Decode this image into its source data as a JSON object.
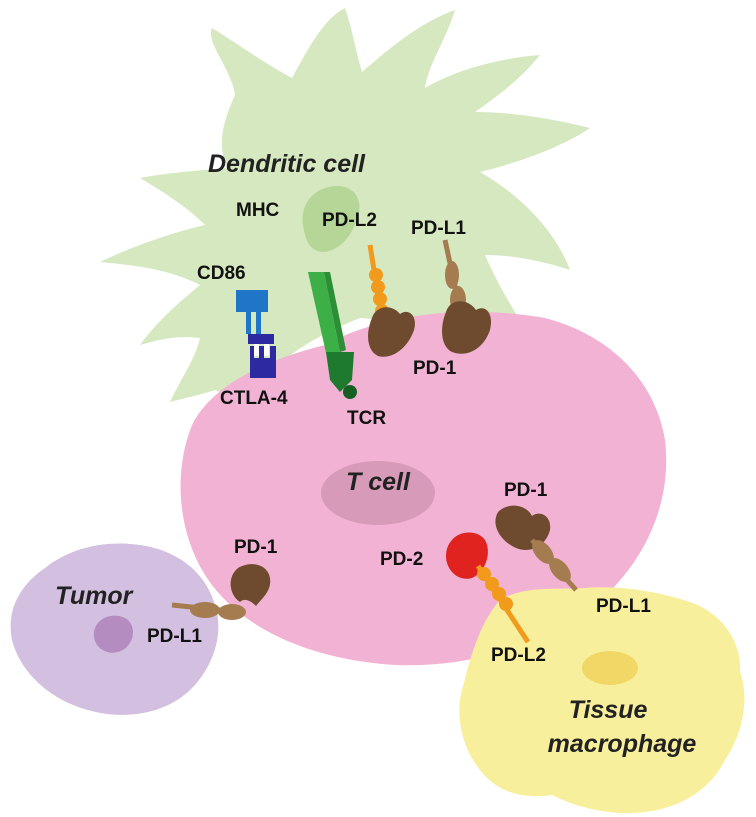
{
  "cells": {
    "dendritic": "Dendritic cell",
    "t_cell": "T cell",
    "tumor": "Tumor",
    "macrophage_line1": "Tissue",
    "macrophage_line2": "macrophage"
  },
  "labels": {
    "mhc": "MHC",
    "cd86": "CD86",
    "ctla4": "CTLA-4",
    "tcr": "TCR",
    "pdl2_dc": "PD-L2",
    "pdl1_dc": "PD-L1",
    "pd1_dc": "PD-1",
    "pd1_tumor": "PD-1",
    "pdl1_tumor": "PD-L1",
    "pd1_mac": "PD-1",
    "pd2_mac": "PD-2",
    "pdl1_mac": "PD-L1",
    "pdl2_mac": "PD-L2"
  },
  "colors": {
    "dendritic": "#d6e8bf",
    "mhc": "#b6d698",
    "t_cell": "#f2b2d3",
    "t_nucleus": "#d79ab9",
    "tumor": "#d3bfdf",
    "tumor_nucleus": "#b48cc0",
    "macrophage": "#f8ef9c",
    "macrophage_nucleus": "#f0d766",
    "pd1": "#6e4b2f",
    "pdl1": "#a57c50",
    "pdl2": "#f29a1b",
    "cd86": "#1f76c9",
    "ctla4": "#2d2aa1",
    "tcr": "#3cb046",
    "pd2": "#e1231f"
  }
}
